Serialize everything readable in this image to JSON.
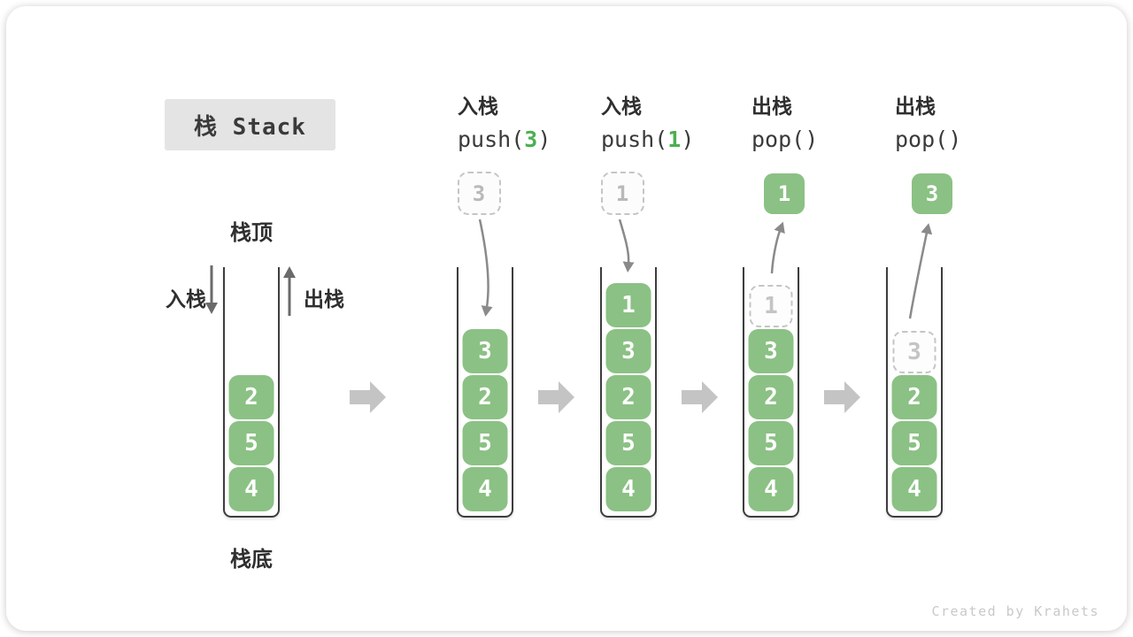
{
  "title": {
    "label": "栈 Stack"
  },
  "legend": {
    "top": "栈顶",
    "bottom": "栈底",
    "push_side": "入栈",
    "pop_side": "出栈"
  },
  "watermark": "Created by Krahets",
  "colors": {
    "green_cell": "#8BC184",
    "green_accent": "#4CAF50",
    "arrow_gray": "#8A8A8A",
    "block_arrow": "#C4C4C4",
    "dashed_border": "#C5C5C5",
    "dark_text": "#2F2F2F",
    "box_bg": "#E4E4E4",
    "watermark": "#C9C9C9",
    "wall": "#3D3D3D"
  },
  "columns": [
    {
      "name": "initial-stack",
      "cells": [
        {
          "value": "2"
        },
        {
          "value": "5"
        },
        {
          "value": "4"
        }
      ]
    },
    {
      "name": "after-push-3",
      "op": "入栈",
      "call": {
        "prefix": "push(",
        "arg": "3",
        "suffix": ")"
      },
      "flow": "push",
      "floating": {
        "value": "3",
        "variant": "dashed"
      },
      "cells": [
        {
          "value": "3"
        },
        {
          "value": "2"
        },
        {
          "value": "5"
        },
        {
          "value": "4"
        }
      ]
    },
    {
      "name": "after-push-1",
      "op": "入栈",
      "call": {
        "prefix": "push(",
        "arg": "1",
        "suffix": ")"
      },
      "flow": "push",
      "floating": {
        "value": "1",
        "variant": "dashed"
      },
      "cells": [
        {
          "value": "1"
        },
        {
          "value": "3"
        },
        {
          "value": "2"
        },
        {
          "value": "5"
        },
        {
          "value": "4"
        }
      ]
    },
    {
      "name": "after-pop-1",
      "op": "出栈",
      "call": {
        "prefix": "pop(",
        "arg": "",
        "suffix": ")"
      },
      "flow": "pop",
      "floating": {
        "value": "1",
        "variant": "solid"
      },
      "cells": [
        {
          "value": "1",
          "ghost": true
        },
        {
          "value": "3"
        },
        {
          "value": "2"
        },
        {
          "value": "5"
        },
        {
          "value": "4"
        }
      ]
    },
    {
      "name": "after-pop-3",
      "op": "出栈",
      "call": {
        "prefix": "pop(",
        "arg": "",
        "suffix": ")"
      },
      "flow": "pop",
      "floating": {
        "value": "3",
        "variant": "solid"
      },
      "cells": [
        {
          "value": "3",
          "ghost": true
        },
        {
          "value": "2"
        },
        {
          "value": "5"
        },
        {
          "value": "4"
        }
      ]
    }
  ]
}
